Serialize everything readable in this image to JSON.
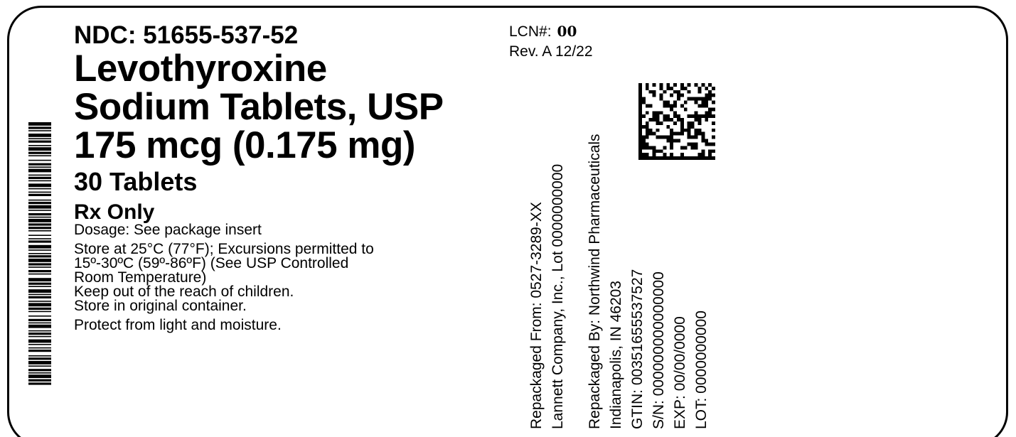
{
  "ndc": "NDC: 51655-537-52",
  "product": {
    "name_line1": "Levothyroxine",
    "name_line2": "Sodium Tablets, USP",
    "strength": "175 mcg (0.175 mg)",
    "count": "30 Tablets",
    "rx": "Rx Only"
  },
  "instructions": {
    "dosage": "Dosage: See package insert",
    "storage_line1": "Store at 25°C (77°F); Excursions permitted to",
    "storage_line2": "15º-30ºC (59º-86ºF) (See USP Controlled",
    "storage_line3": "Room Temperature)",
    "children": "Keep out of the reach of children.",
    "container": "Store in original container.",
    "protect": "Protect from light and moisture."
  },
  "lcn": {
    "label": "LCN#:",
    "value": "00",
    "revision": "Rev. A 12/22"
  },
  "repackaging": {
    "from_line1": "Repackaged From: 0527-3289-XX",
    "from_line2": "Lannett Company, Inc., Lot 0000000000",
    "by_line1": "Repackaged By: Northwind Pharmaceuticals",
    "by_line2": "Indianapolis, IN 46203",
    "gtin": "GTIN: 00351655537527",
    "sn": "S/N: 000000000000000",
    "exp": "EXP: 00/00/0000",
    "lot": "LOT: 0000000000"
  }
}
